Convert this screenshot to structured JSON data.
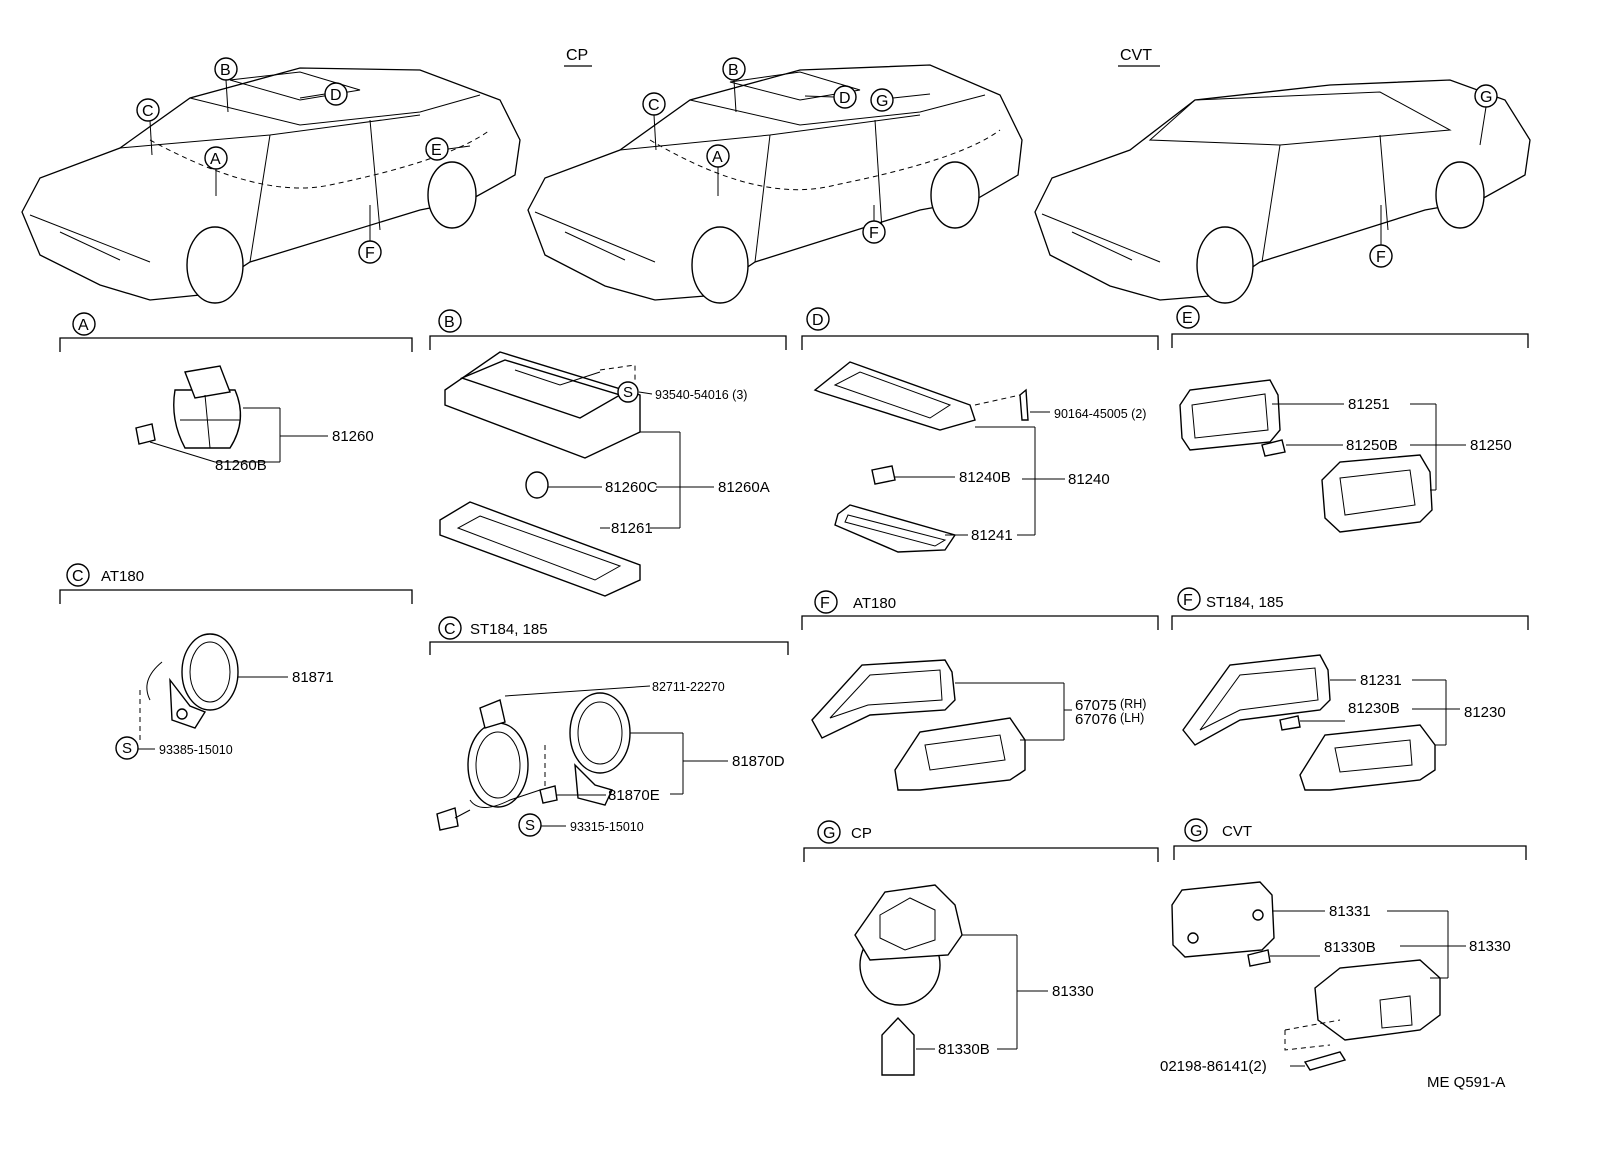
{
  "car_views": {
    "cp_label": "CP",
    "cvt_label": "CVT",
    "callouts": [
      "A",
      "B",
      "C",
      "D",
      "E",
      "F",
      "G"
    ]
  },
  "sections": {
    "A": {
      "letter": "A",
      "model": "",
      "parts": {
        "assy": "81260",
        "bulb": "81260B"
      }
    },
    "B": {
      "letter": "B",
      "model": "",
      "parts": {
        "screw": "93540-54016 (3)",
        "screw_tag": "S",
        "bulb": "81260C",
        "lens": "81261",
        "assy": "81260A"
      }
    },
    "C_at180": {
      "letter": "C",
      "model": "AT180",
      "parts": {
        "assy": "81871",
        "screw": "93385-15010",
        "screw_tag": "S"
      }
    },
    "C_st184": {
      "letter": "C",
      "model": "ST184, 185",
      "parts": {
        "wire": "82711-22270",
        "assy": "81870D",
        "sub": "81870E",
        "screw": "93315-15010",
        "screw_tag": "S"
      }
    },
    "D": {
      "letter": "D",
      "model": "",
      "parts": {
        "screw": "90164-45005 (2)",
        "bulb": "81240B",
        "assy": "81240",
        "lens": "81241"
      }
    },
    "E": {
      "letter": "E",
      "model": "",
      "parts": {
        "lens": "81251",
        "bulb": "81250B",
        "assy": "81250"
      }
    },
    "F_at180": {
      "letter": "F",
      "model": "AT180",
      "parts": {
        "rh": "67075",
        "rh_side": "(RH)",
        "lh": "67076",
        "lh_side": "(LH)"
      }
    },
    "F_st184": {
      "letter": "F",
      "model": "ST184, 185",
      "parts": {
        "lens": "81231",
        "bulb": "81230B",
        "assy": "81230"
      }
    },
    "G_cp": {
      "letter": "G",
      "model": "CP",
      "parts": {
        "assy": "81330",
        "bulb": "81330B"
      }
    },
    "G_cvt": {
      "letter": "G",
      "model": "CVT",
      "parts": {
        "lens": "81331",
        "bulb": "81330B",
        "assy": "81330",
        "screw": "02198-86141(2)"
      }
    }
  },
  "figure_code": "ME Q591-A"
}
